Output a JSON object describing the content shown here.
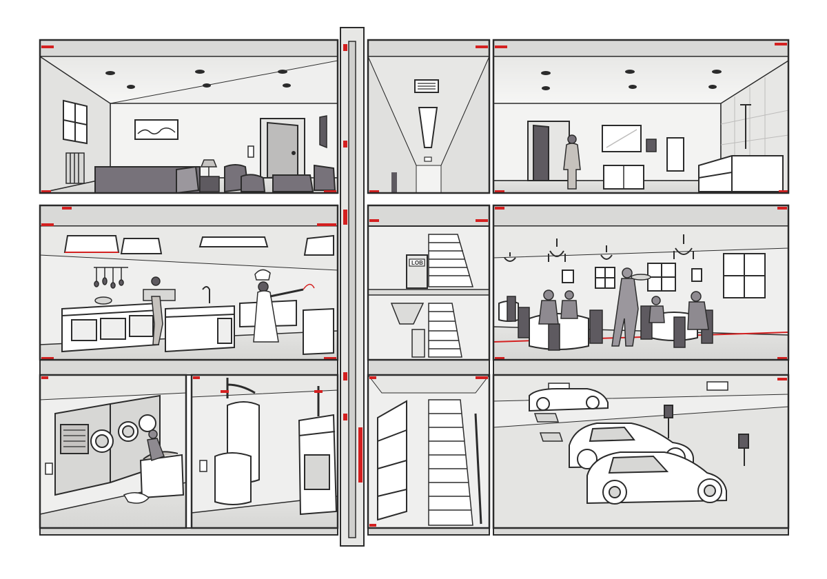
{
  "palette": {
    "ink": "#2b2b2b",
    "wall": "#efefee",
    "wall_mid": "#dcdcda",
    "shade": "#c9c8c6",
    "furniture": "#77727a",
    "accent": "#d42020",
    "paper": "#ffffff"
  },
  "signage": {
    "lobby_sign": "LOB"
  },
  "sections": [
    {
      "name": "hotel-room"
    },
    {
      "name": "corridor"
    },
    {
      "name": "bathroom"
    },
    {
      "name": "kitchen"
    },
    {
      "name": "stairwell-lobby"
    },
    {
      "name": "restaurant"
    },
    {
      "name": "laundry"
    },
    {
      "name": "boiler-room"
    },
    {
      "name": "service-stair"
    },
    {
      "name": "parking-garage"
    }
  ]
}
